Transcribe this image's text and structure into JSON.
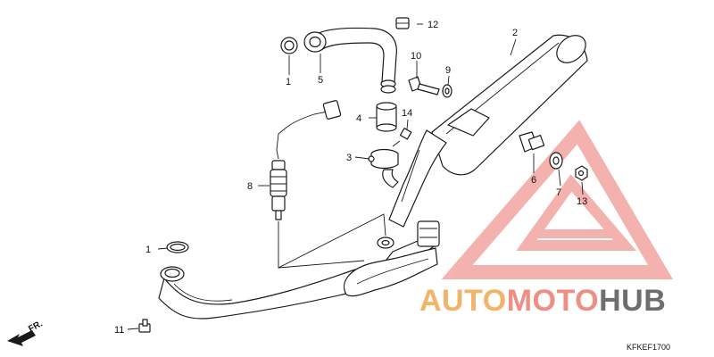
{
  "diagram": {
    "parts": [
      {
        "id": "1",
        "label": "1"
      },
      {
        "id": "2",
        "label": "2"
      },
      {
        "id": "3",
        "label": "3"
      },
      {
        "id": "4",
        "label": "4"
      },
      {
        "id": "5",
        "label": "5"
      },
      {
        "id": "6",
        "label": "6"
      },
      {
        "id": "7",
        "label": "7"
      },
      {
        "id": "8",
        "label": "8"
      },
      {
        "id": "9",
        "label": "9"
      },
      {
        "id": "10",
        "label": "10"
      },
      {
        "id": "11",
        "label": "11"
      },
      {
        "id": "12",
        "label": "12"
      },
      {
        "id": "13",
        "label": "13"
      },
      {
        "id": "14",
        "label": "14"
      }
    ],
    "direction_label": "FR.",
    "drawing_code": "KFKEF1700"
  },
  "watermark": {
    "word_part1": "AUTO",
    "word_part2": "MOTO",
    "word_part3": "HUB",
    "colors": {
      "auto": "#f2b36b",
      "moto": "#ee8f84",
      "hub": "#6e6e6e",
      "triangle": "#f3a5a0"
    }
  }
}
